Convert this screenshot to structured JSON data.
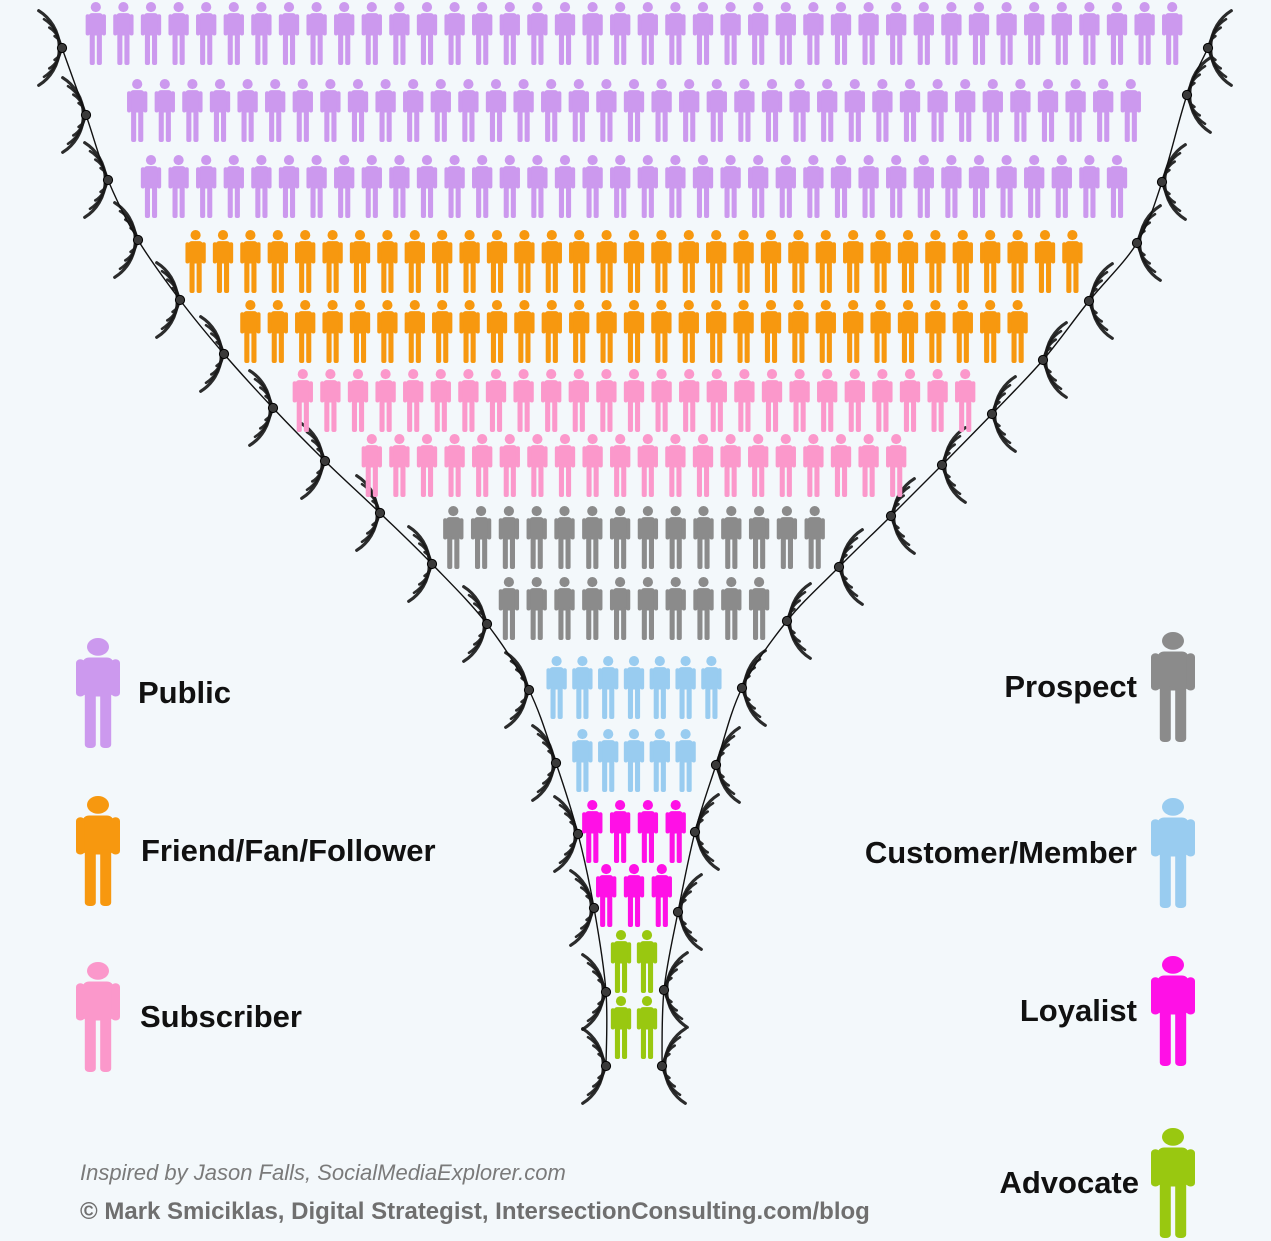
{
  "segments": [
    {
      "id": "public",
      "label": "Public",
      "color": "#cc99ee"
    },
    {
      "id": "friend",
      "label": "Friend/Fan/Follower",
      "color": "#f7980f"
    },
    {
      "id": "subscriber",
      "label": "Subscriber",
      "color": "#fb98cb"
    },
    {
      "id": "prospect",
      "label": "Prospect",
      "color": "#8b8b8b"
    },
    {
      "id": "customer",
      "label": "Customer/Member",
      "color": "#99ccf0"
    },
    {
      "id": "loyalist",
      "label": "Loyalist",
      "color": "#ff10e6"
    },
    {
      "id": "advocate",
      "label": "Advocate",
      "color": "#99c810"
    }
  ],
  "funnel_rows": [
    {
      "segment": "public",
      "count": 40
    },
    {
      "segment": "public",
      "count": 37
    },
    {
      "segment": "public",
      "count": 36
    },
    {
      "segment": "friend",
      "count": 33
    },
    {
      "segment": "friend",
      "count": 29
    },
    {
      "segment": "subscriber",
      "count": 25
    },
    {
      "segment": "subscriber",
      "count": 20
    },
    {
      "segment": "prospect",
      "count": 14
    },
    {
      "segment": "prospect",
      "count": 10
    },
    {
      "segment": "customer",
      "count": 7
    },
    {
      "segment": "customer",
      "count": 5
    },
    {
      "segment": "loyalist",
      "count": 4
    },
    {
      "segment": "loyalist",
      "count": 3
    },
    {
      "segment": "advocate",
      "count": 2
    },
    {
      "segment": "advocate",
      "count": 2
    }
  ],
  "legend": {
    "public": "Public",
    "friend": "Friend/Fan/Follower",
    "subscriber": "Subscriber",
    "prospect": "Prospect",
    "customer": "Customer/Member",
    "loyalist": "Loyalist",
    "advocate": "Advocate"
  },
  "icons": {
    "person": "person-icon",
    "signal_node": "signal-wave-icon"
  },
  "credits": {
    "inspired": "Inspired by Jason Falls, SocialMediaExplorer.com",
    "copyright": "© Mark Smiciklas, Digital Strategist, IntersectionConsulting.com/blog"
  }
}
